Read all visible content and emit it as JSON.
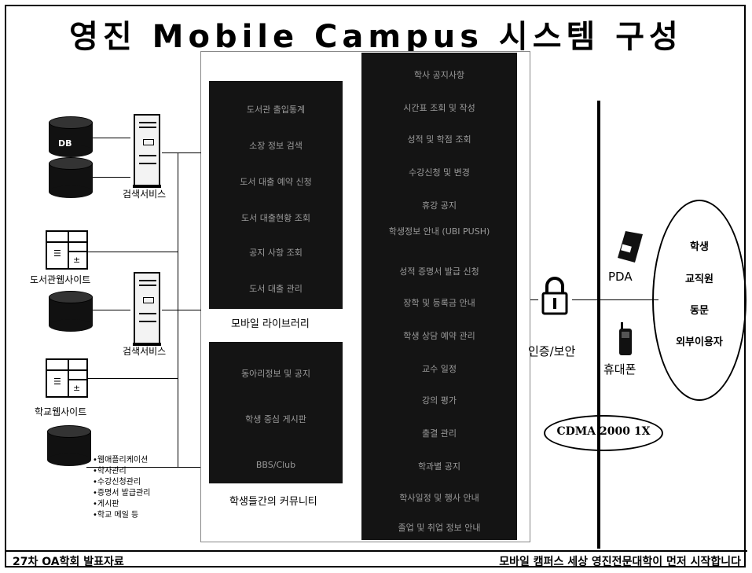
{
  "title": "영진 Mobile Campus 시스템 구성",
  "footer": {
    "left": "27차 OA학회 발표자료",
    "right": "모바일 캠퍼스 세상 영진전문대학이 먼저 시작합니다"
  },
  "left": {
    "db_label": "DB",
    "search_service_1": "검색서비스",
    "library_site": "도서관웹사이트",
    "search_service_2": "검색서비스",
    "school_site": "학교웹사이트",
    "apps": [
      "•웹애플리케이션",
      "•학사관리",
      "•수강신청관리",
      "•증명서 발급관리",
      "•게시판",
      "•학교 메일 등"
    ]
  },
  "library": {
    "caption": "모바일 라이브러리",
    "items": [
      "도서관 출입통계",
      "소장 정보 검색",
      "도서 대출 예약 신청",
      "도서 대출현황 조회",
      "공지 사항 조회",
      "도서 대출 관리"
    ]
  },
  "community": {
    "caption": "학생들간의 커뮤니티",
    "items": [
      "동아리정보 및 공지",
      "학생 중심 게시판",
      "BBS/Club"
    ]
  },
  "services": {
    "items": [
      "학사 공지사항",
      "시간표 조회 및 작성",
      "성적 및 학점 조회",
      "수강신청 및 변경",
      "휴강 공지",
      "학생정보 안내 (UBI PUSH)",
      "성적 증명서 발급 신청",
      "장학 및 등록금 안내",
      "학생 상담 예약 관리",
      "교수 일정",
      "강의 평가",
      "출결 관리",
      "학과별 공지",
      "학사일정 및 행사 안내",
      "졸업 및 취업 정보 안내"
    ]
  },
  "right": {
    "security": "인증/보안",
    "pda": "PDA",
    "phone": "휴대폰",
    "network": "CDMA 2000 1X",
    "users": [
      "학생",
      "교직원",
      "동문",
      "외부이용자"
    ]
  }
}
